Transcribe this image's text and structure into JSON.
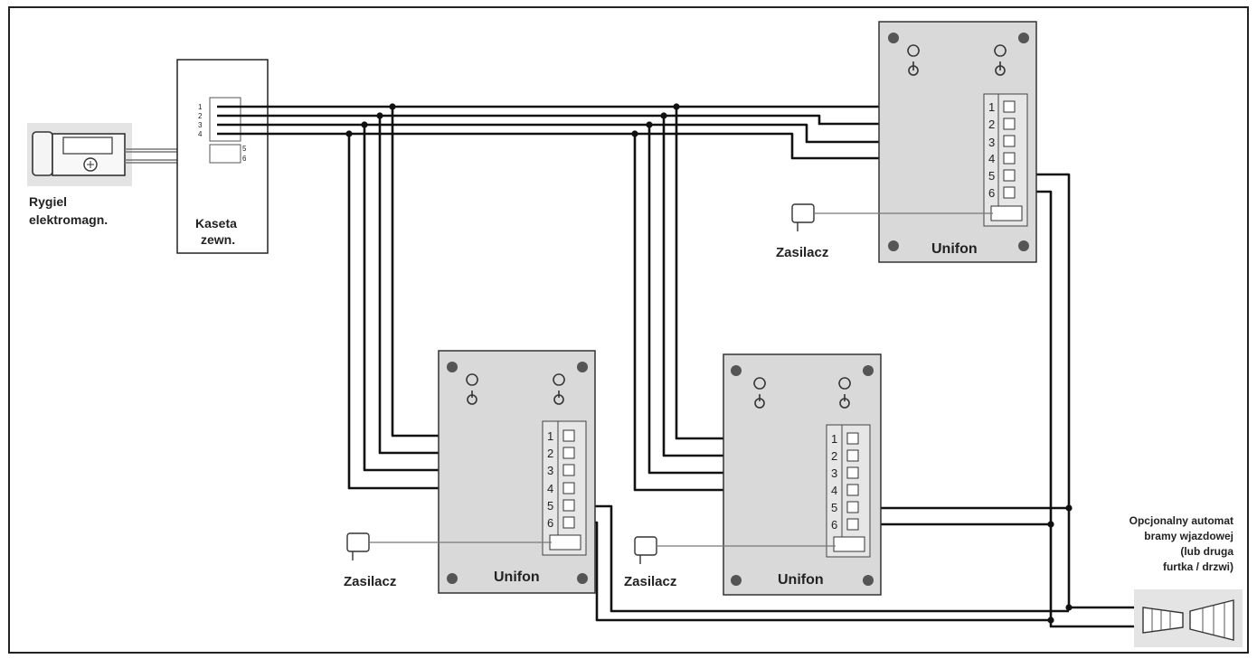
{
  "labels": {
    "lock_line1": "Rygiel",
    "lock_line2": "elektromagn.",
    "cassette_line1": "Kaseta",
    "cassette_line2": "zewn.",
    "unit_title": "Unifon",
    "psu_label": "Zasilacz",
    "gate_line1": "Opcjonalny automat",
    "gate_line2": "bramy wjazdowej",
    "gate_line3": "(lub druga",
    "gate_line4": "furtka / drzwi)"
  },
  "terminals": [
    "1",
    "2",
    "3",
    "4",
    "5",
    "6"
  ],
  "cassette_terminals": [
    "1",
    "2",
    "3",
    "4",
    "5",
    "6"
  ],
  "colors": {
    "panel_fill": "#d9d9d9",
    "wire": "#111111",
    "frame": "#222222",
    "lock_bg": "#e4e4e4"
  }
}
